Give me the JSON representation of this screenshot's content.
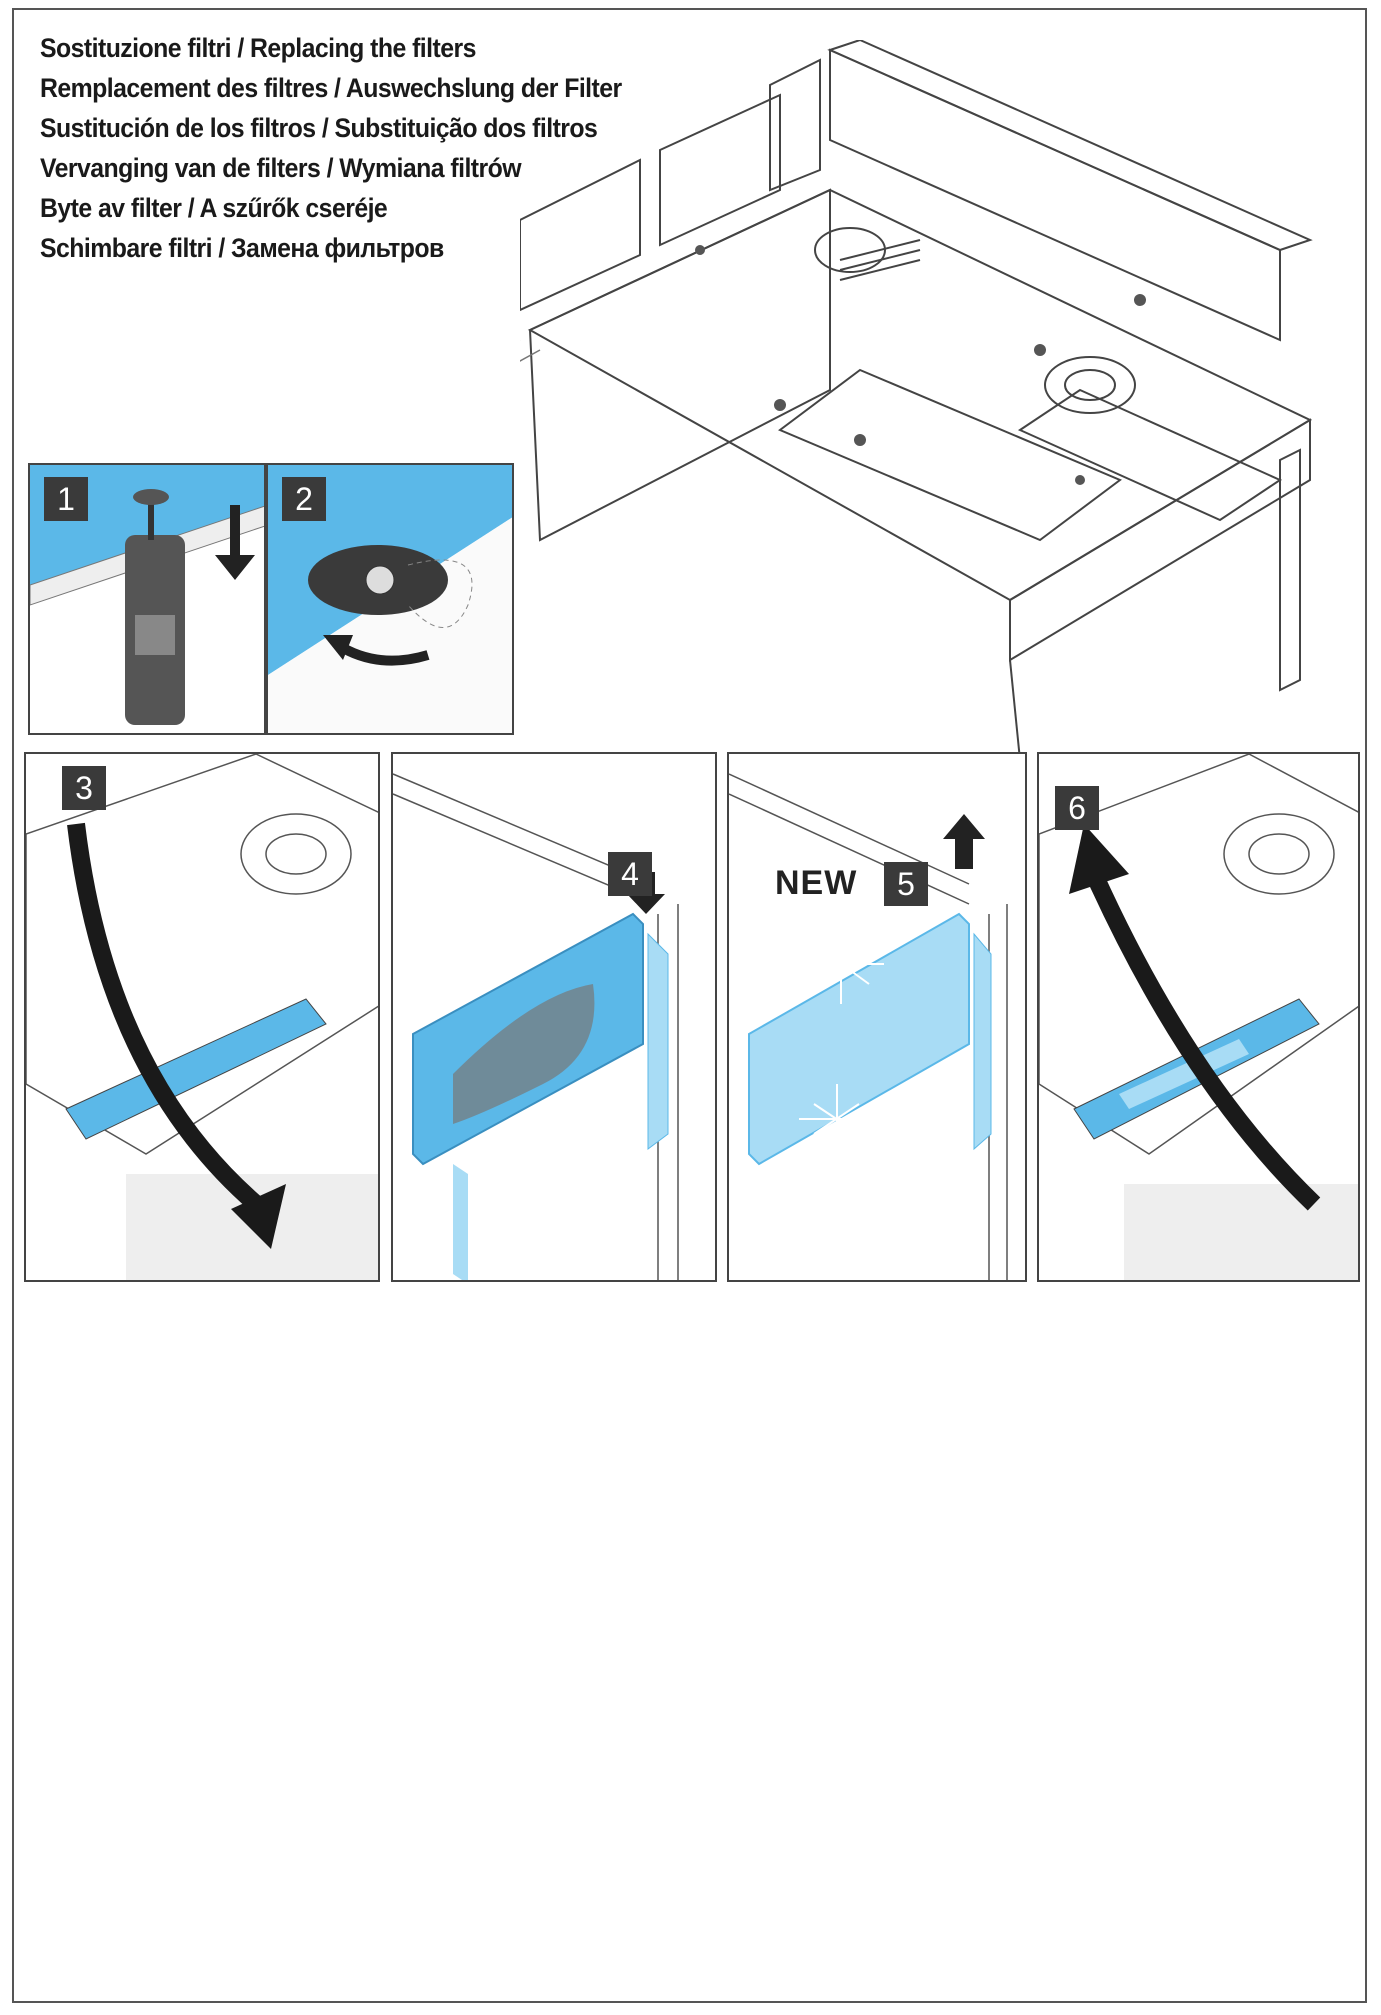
{
  "titles": [
    "Sostituzione filtri / Replacing the filters",
    "Remplacement des filtres / Auswechslung der Filter",
    "Sustitución de los filtros / Substituição dos filtros",
    "Vervanging van de filters / Wymiana filtrów",
    "Byte av filter / A szűrők cseréje",
    "Schimbare filtri / Замена фильтров"
  ],
  "steps": [
    "1",
    "2",
    "3",
    "4",
    "5",
    "6"
  ],
  "new_label": "NEW",
  "colors": {
    "filter_blue": "#5bb8e8",
    "filter_light": "#a8dcf5",
    "badge": "#3a3a3a",
    "line": "#444444"
  }
}
